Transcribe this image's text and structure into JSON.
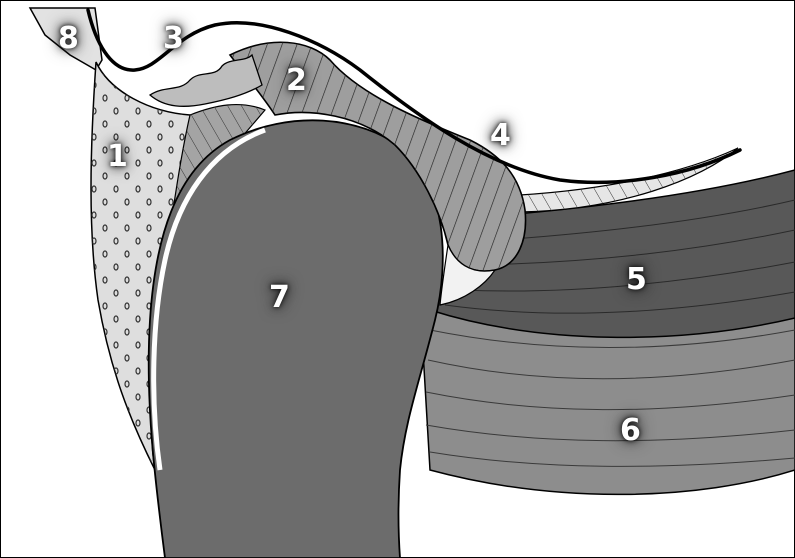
{
  "labels": {
    "l1": "1",
    "l2": "2",
    "l3": "3",
    "l4": "4",
    "l5": "5",
    "l6": "6",
    "l7": "7",
    "l8": "8"
  },
  "colors": {
    "outline": "#000000",
    "background": "#ffffff",
    "dotted_region": "#dedede",
    "hatched_region": "#9e9e9e",
    "upper_muscle": "#585858",
    "lower_muscle": "#8d8d8d",
    "central_mass": "#6c6c6c",
    "pale_band": "#e6e6e6"
  }
}
